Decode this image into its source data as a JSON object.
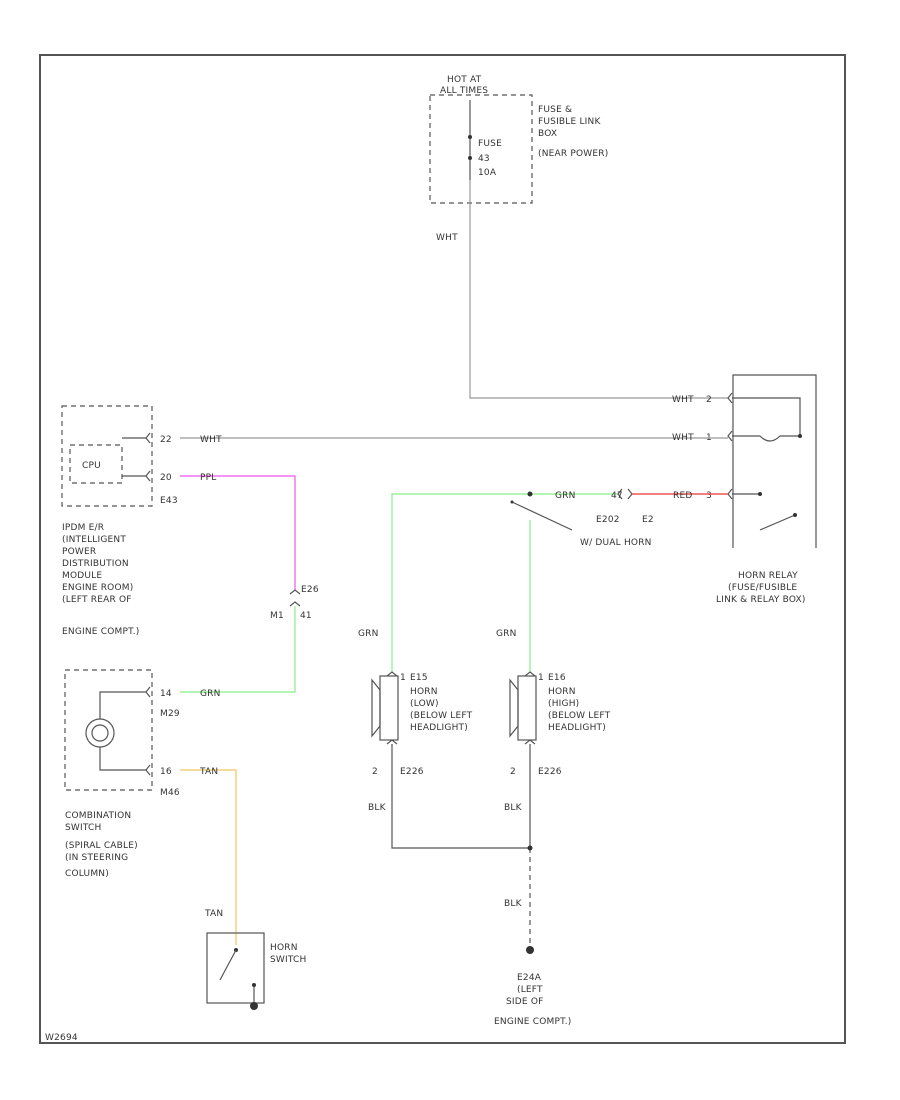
{
  "colors": {
    "ppl": "#ee55ee",
    "grn": "#88ee88",
    "red": "#ee3333",
    "tan": "#f0c860",
    "wht": "#999999",
    "blk": "#555555"
  },
  "fuse_box": {
    "hot_at_line1": "HOT AT",
    "hot_at_line2": "ALL TIMES",
    "fuse_line1": "FUSE",
    "fuse_line2": "43",
    "fuse_line3": "10A",
    "name_line1": "FUSE &",
    "name_line2": "FUSIBLE LINK",
    "name_line3": "BOX",
    "name_line4": "(NEAR POWER)"
  },
  "ipdm": {
    "cpu_label": "CPU",
    "pin_upper": "22",
    "pin_lower": "20",
    "connector": "E43",
    "name_line1": "IPDM E/R",
    "name_line2": "(INTELLIGENT",
    "name_line3": "POWER",
    "name_line4": "DISTRIBUTION",
    "name_line5": "MODULE",
    "name_line6": "ENGINE ROOM)",
    "name_line7": "(LEFT REAR OF",
    "name_line8": "ENGINE COMPT.)"
  },
  "combination_switch": {
    "pin_upper": "14",
    "conn_upper": "M29",
    "pin_lower": "16",
    "conn_lower": "M46",
    "name_line1": "COMBINATION",
    "name_line2": "SWITCH",
    "name_line3": "(SPIRAL CABLE)",
    "name_line4": "(IN STEERING",
    "name_line5": "COLUMN)"
  },
  "horn_switch": {
    "name_line1": "HORN",
    "name_line2": "SWITCH"
  },
  "horn_relay": {
    "pin_top": "2",
    "pin_mid": "1",
    "pin_bot": "3",
    "name_line1": "HORN RELAY",
    "name_line2": "(FUSE/FUSIBLE",
    "name_line3": "LINK & RELAY BOX)"
  },
  "joint_connector": {
    "conn_a": "E26",
    "conn_b": "M1",
    "pin": "41"
  },
  "dual_horn": {
    "conn_a": "E202",
    "conn_b": "E2",
    "pin": "47",
    "note": "W/ DUAL HORN"
  },
  "horn_low": {
    "pin_top": "1",
    "conn_top": "E15",
    "pin_bot": "2",
    "conn_bot": "E226",
    "name_line1": "HORN",
    "name_line2": "(LOW)",
    "name_line3": "(BELOW LEFT",
    "name_line4": "HEADLIGHT)"
  },
  "horn_high": {
    "pin_top": "1",
    "conn_top": "E16",
    "pin_bot": "2",
    "conn_bot": "E226",
    "name_line1": "HORN",
    "name_line2": "(HIGH)",
    "name_line3": "(BELOW LEFT",
    "name_line4": "HEADLIGHT)"
  },
  "ground": {
    "name_line1": "E24A",
    "name_line2": "(LEFT",
    "name_line3": "SIDE OF",
    "name_line4": "ENGINE COMPT.)"
  },
  "wire_labels": {
    "wht_fuse": "WHT",
    "wht_relay_top": "WHT",
    "wht_ipdm": "WHT",
    "wht_relay_mid": "WHT",
    "ppl": "PPL",
    "grn_top": "GRN",
    "red": "RED",
    "grn_low": "GRN",
    "grn_high": "GRN",
    "grn_combo": "GRN",
    "tan_combo": "TAN",
    "tan_switch": "TAN",
    "blk_low": "BLK",
    "blk_high": "BLK",
    "blk_ground": "BLK"
  },
  "diagram_id": "W2694"
}
